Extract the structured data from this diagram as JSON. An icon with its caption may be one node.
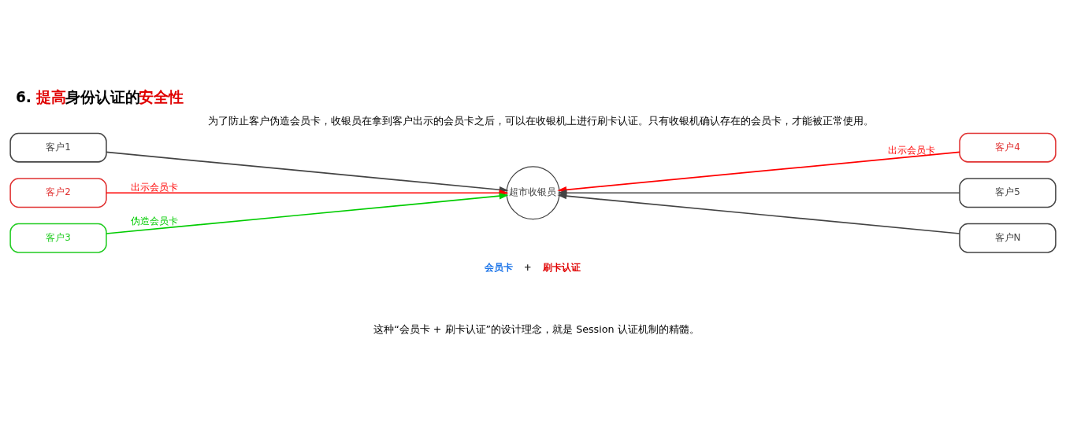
{
  "diagram": {
    "title": "6. **提高**身份认证的**安全性**",
    "nodes": [
      {
        "text": [
          "客户1"
        ]
      },
      {
        "text": [
          "客户2"
        ]
      },
      {
        "text": [
          "客户3"
        ]
      },
      {
        "text": [
          "超市收银员"
        ]
      },
      {
        "text": [
          "客户4"
        ]
      },
      {
        "text": [
          "客户5"
        ]
      },
      {
        "text": [
          "客户N"
        ]
      }
    ],
    "edges": [
      {
        "from": 0,
        "to": 3,
        "arrow": "to"
      },
      {
        "from": 1,
        "to": 3,
        "arrow": "to",
        "label": "出示会员卡",
        "color": "#ff0000"
      },
      {
        "from": 2,
        "to": 3,
        "arrow": "to",
        "label": "伪造会员卡",
        "color": "#00cc00"
      },
      {
        "from": 4,
        "to": 3,
        "arrow": "to",
        "label": "出示会员卡",
        "color": "#ff0000"
      },
      {
        "from": 5,
        "to": 3,
        "arrow": "to"
      },
      {
        "from": 6,
        "to": 3,
        "arrow": "to"
      }
    ],
    "labels": [
      "为了防止客户伪造会员卡，收银员在拿到客户出示的会员卡之后，可以在收银机上进行刷卡认证。只有收银机确认存在的会员卡，才能被正常使用。",
      "会员卡",
      "+",
      "刷卡认证",
      "这种“会员卡 + 刷卡认证”的设计理念，就是 Session 认证机制的精髓。"
    ]
  }
}
